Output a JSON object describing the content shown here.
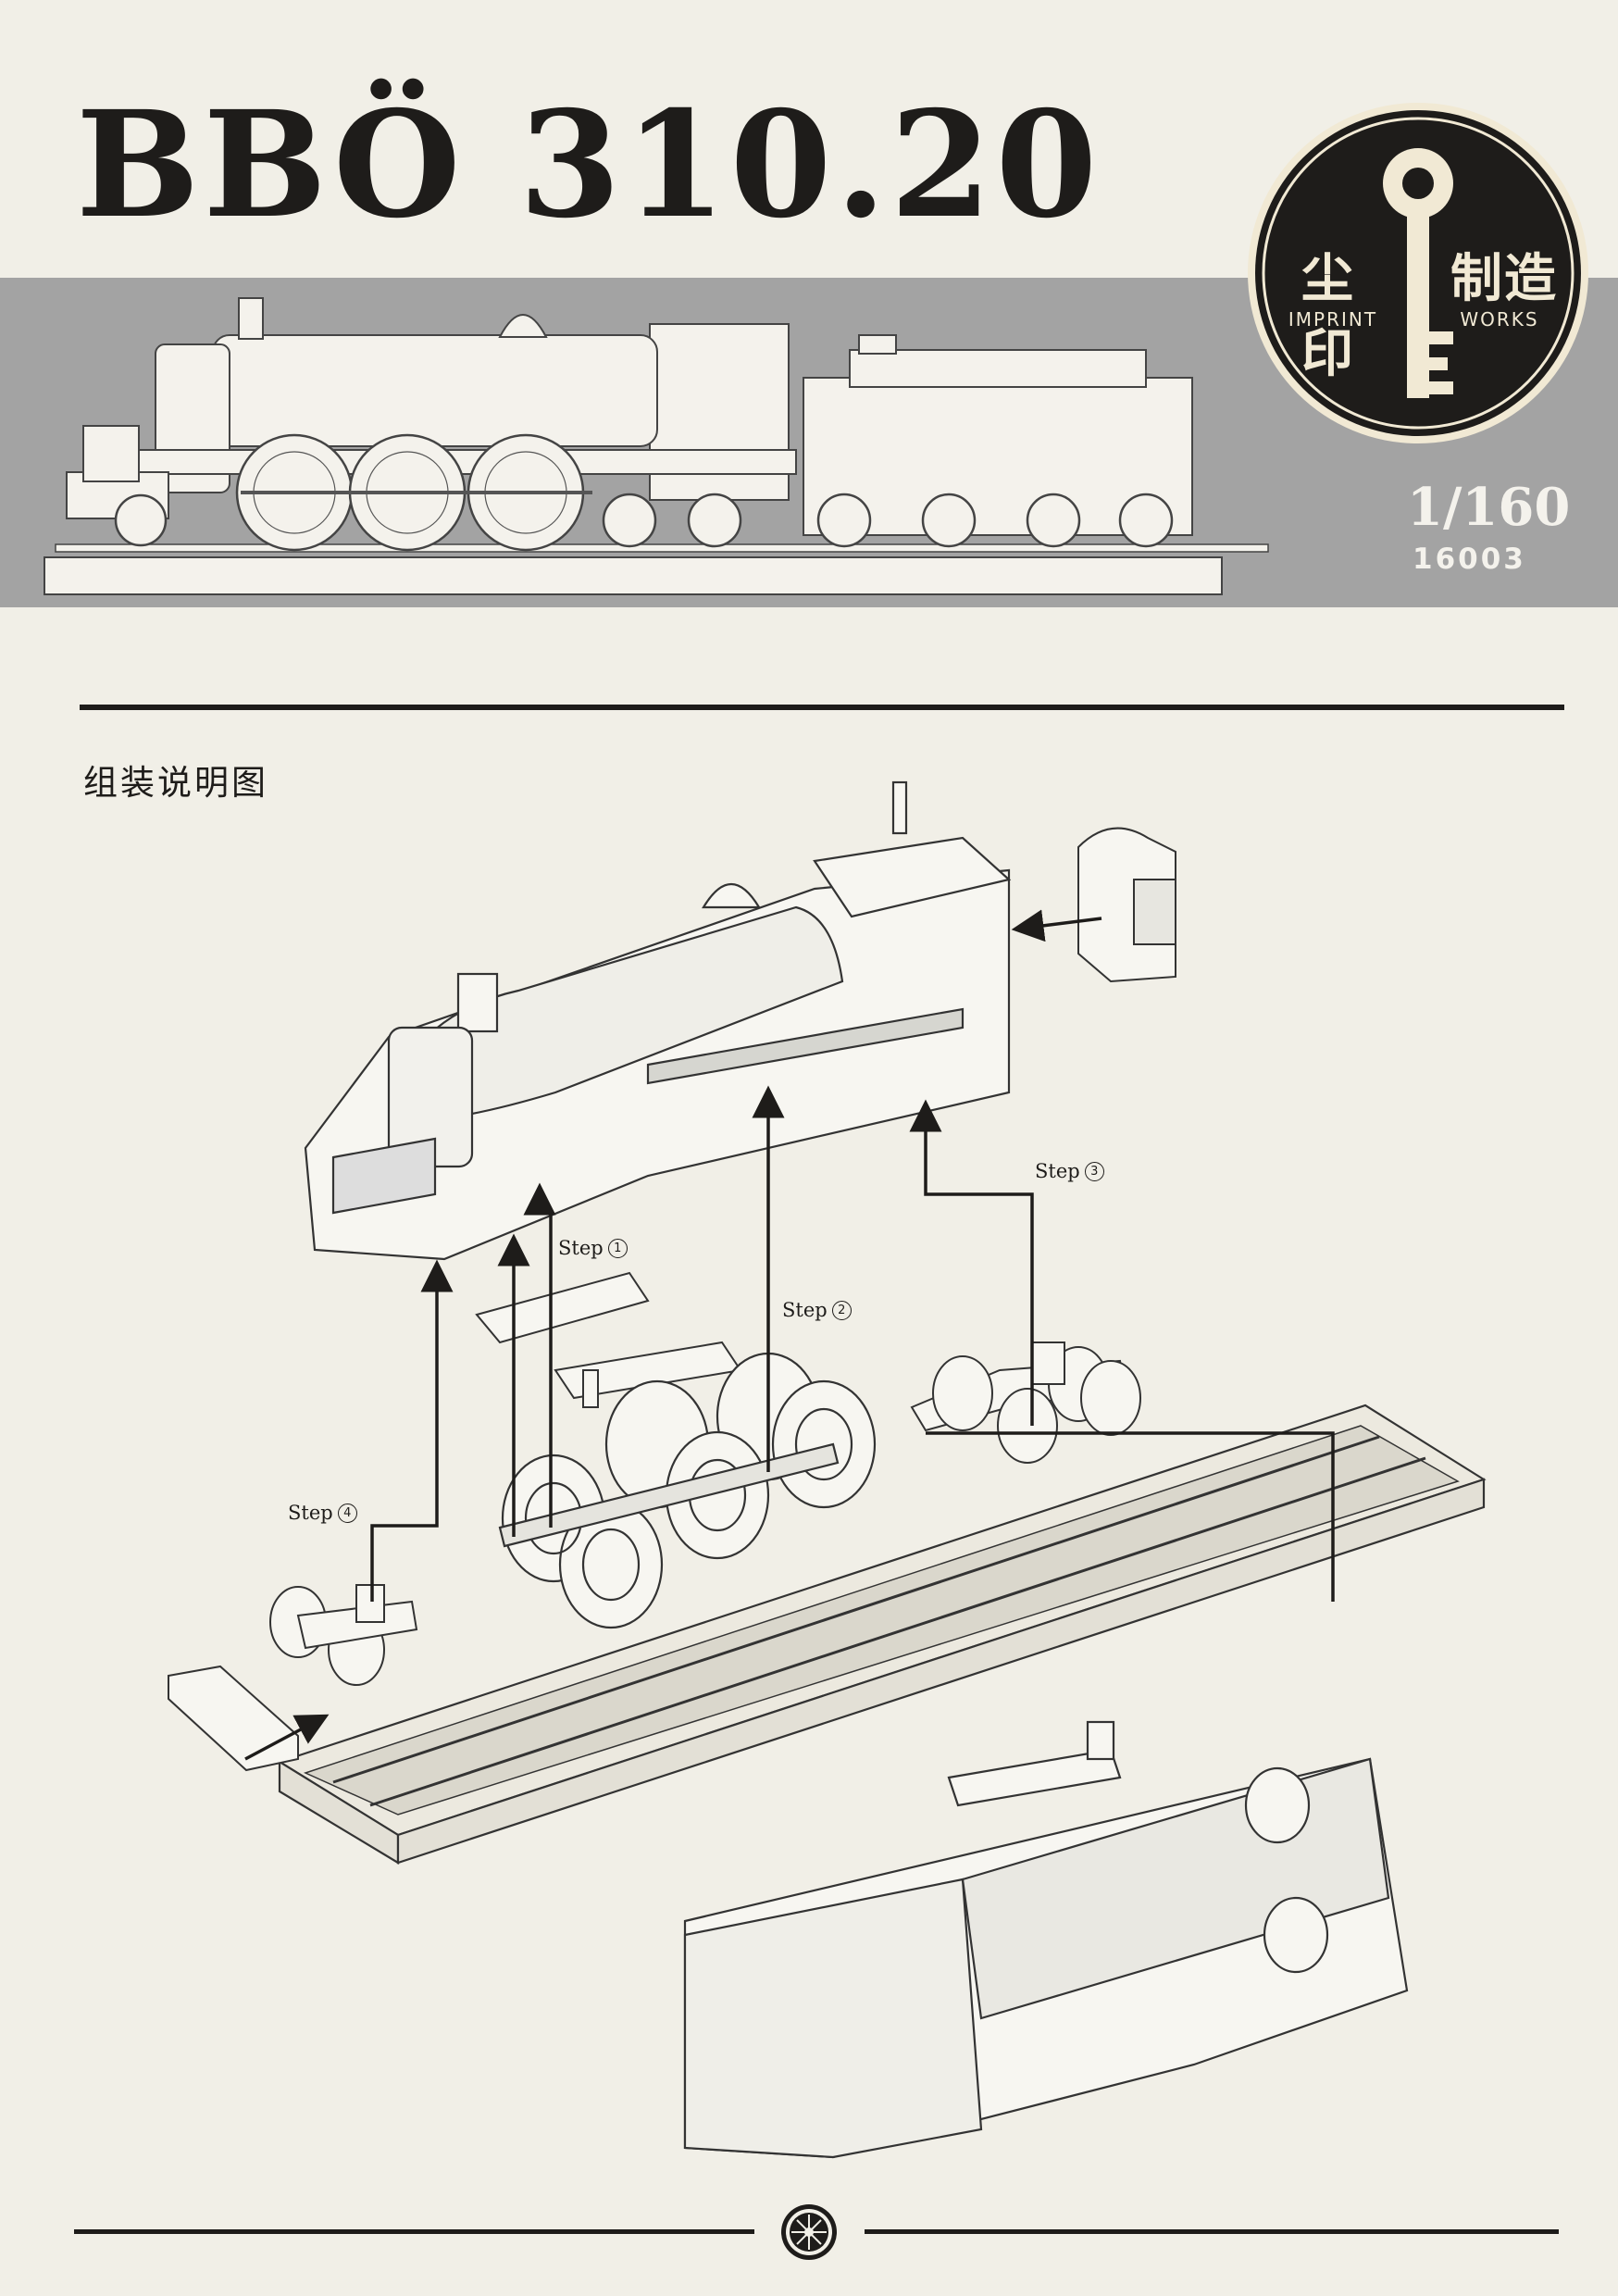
{
  "header": {
    "title": "BBÖ 310.20",
    "scale": "1/160",
    "product_code": "16003"
  },
  "logo": {
    "cn_left": "尘印",
    "cn_right": "制造",
    "en_left": "IMPRINT",
    "en_right": "WORKS"
  },
  "section": {
    "subtitle": "组装说明图"
  },
  "steps": [
    {
      "word": "Step",
      "num": "1"
    },
    {
      "word": "Step",
      "num": "2"
    },
    {
      "word": "Step",
      "num": "3"
    },
    {
      "word": "Step",
      "num": "4"
    }
  ],
  "colors": {
    "paper": "#f1efe7",
    "banner": "#a3a3a3",
    "ink": "#1e1c1a",
    "logo_cream": "#f1e9d4"
  },
  "icons": [
    "key-icon",
    "wheel-icon"
  ]
}
